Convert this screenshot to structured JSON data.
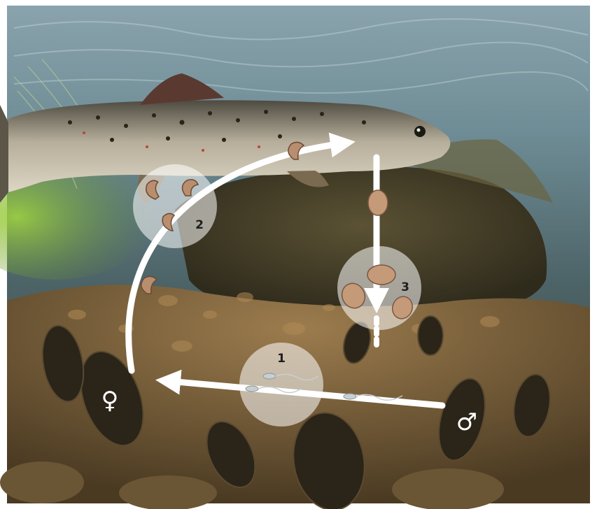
{
  "stages": [
    {
      "number": "1"
    },
    {
      "number": "2"
    },
    {
      "number": "3"
    }
  ],
  "symbols": {
    "female": "♀",
    "male": "♂"
  },
  "colors": {
    "water_top": "#7e9aa6",
    "water_mid": "#4f6b72",
    "riverbed": "#6b5a3c",
    "arrow": "#ffffff",
    "trout_body": "#b9b1a0",
    "glochidia": "#b98e6e"
  }
}
